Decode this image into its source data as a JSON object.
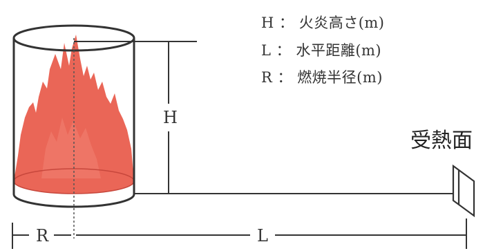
{
  "legend": [
    {
      "symbol": "H",
      "separator": "：",
      "meaning": "火炎高さ(m)"
    },
    {
      "symbol": "L",
      "separator": "：",
      "meaning": "水平距離(m)"
    },
    {
      "symbol": "R",
      "separator": "：",
      "meaning": "燃焼半径(m)"
    }
  ],
  "dimensions": {
    "height_label": "H",
    "radius_label": "R",
    "distance_label": "L"
  },
  "receiving_surface_label": "受熱面",
  "colors": {
    "flame": "#e85545",
    "flame_light": "#f07c6c",
    "line": "#333333",
    "background": "#ffffff"
  }
}
